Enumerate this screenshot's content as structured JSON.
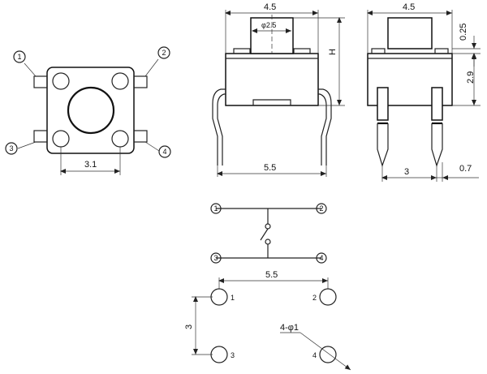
{
  "top_view": {
    "pins": [
      "1",
      "2",
      "3",
      "4"
    ],
    "dim_pitch": "3.1"
  },
  "front_view": {
    "dim_width": "4.5",
    "dim_actuator": "φ2.5",
    "dim_height": "H",
    "dim_pin_span": "5.5"
  },
  "side_view": {
    "dim_width": "4.5",
    "dim_top": "0.25",
    "dim_body": "2.9",
    "dim_pin_pitch": "3",
    "dim_pin_width": "0.7"
  },
  "schematic": {
    "terminals": [
      "1",
      "2",
      "3",
      "4"
    ]
  },
  "pcb_layout": {
    "dim_x": "5.5",
    "dim_y": "3",
    "holes_label": "4-φ1",
    "hole_numbers": [
      "1",
      "2",
      "3",
      "4"
    ]
  }
}
